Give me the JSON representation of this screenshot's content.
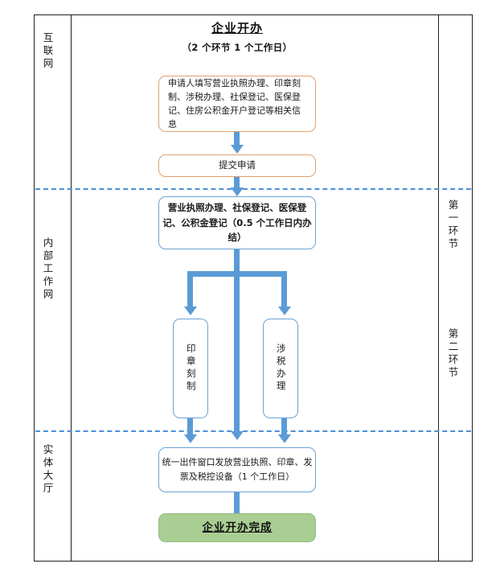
{
  "diagram": {
    "title": "企业开办",
    "subtitle": "（2 个环节 1 个工作日）"
  },
  "lanes": {
    "left_labels": [
      {
        "id": "internet",
        "text": "互联网"
      },
      {
        "id": "intranet",
        "text": "内部工作网"
      },
      {
        "id": "hall",
        "text": "实体大厅"
      }
    ],
    "right_labels": [
      {
        "id": "phase-1",
        "text": "第一环节"
      },
      {
        "id": "phase-2",
        "text": "第二环节"
      }
    ]
  },
  "nodes": {
    "fill_form": "申请人填写营业执照办理、印章刻制、涉税办理、社保登记、医保登记、住房公积金开户登记等相关信息",
    "submit": "提交申请",
    "phase1": "营业执照办理、社保登记、医保登记、公积金登记（0.5 个工作日内办结）",
    "seal": "印章刻制",
    "tax": "涉税办理",
    "issue": "统一出件窗口发放营业执照、印章、发票及税控设备（1 个工作日）",
    "done": "企业开办完成"
  },
  "colors": {
    "frame": "#1f1f1f",
    "lane_divider": "#4a90d9",
    "connector": "#5b9bd5",
    "orange_border": "#e0a070",
    "blue_border": "#6ba2d6",
    "green_fill": "#a9ce93",
    "green_border": "#93bd7c"
  }
}
